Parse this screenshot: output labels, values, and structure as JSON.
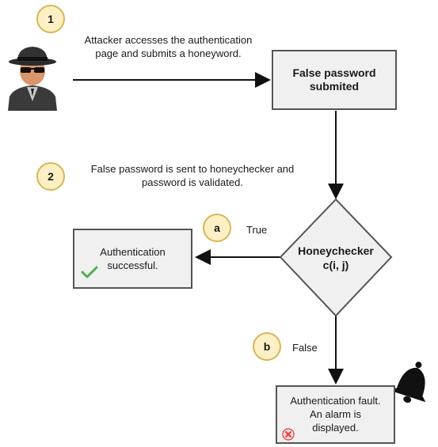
{
  "steps": {
    "step1": {
      "badge": "1",
      "text": "Attacker accesses the authentication\npage and submits a honeyword."
    },
    "step2": {
      "badge": "2",
      "text": "False password is sent to honeychecker and\npassword is validated."
    },
    "branch_a": {
      "badge": "a",
      "label": "True"
    },
    "branch_b": {
      "badge": "b",
      "label": "False"
    }
  },
  "nodes": {
    "false_password": "False password\nsubmited",
    "honeychecker_title": "Honeychecker",
    "honeychecker_func": "c(i, j)",
    "auth_success": "Authentication\nsuccessful.",
    "auth_fault": "Authentication fault.\nAn alarm is\ndisplayed."
  },
  "icons": {
    "attacker": "hacker-icon",
    "success": "checkmark-icon",
    "fault": "error-x-icon",
    "alarm": "bell-icon"
  },
  "colors": {
    "badge_fill": "#fdf0c4",
    "badge_stroke": "#d6b656",
    "box_fill": "#f0f0f0",
    "check": "#4caf50",
    "error": "#e53935"
  }
}
